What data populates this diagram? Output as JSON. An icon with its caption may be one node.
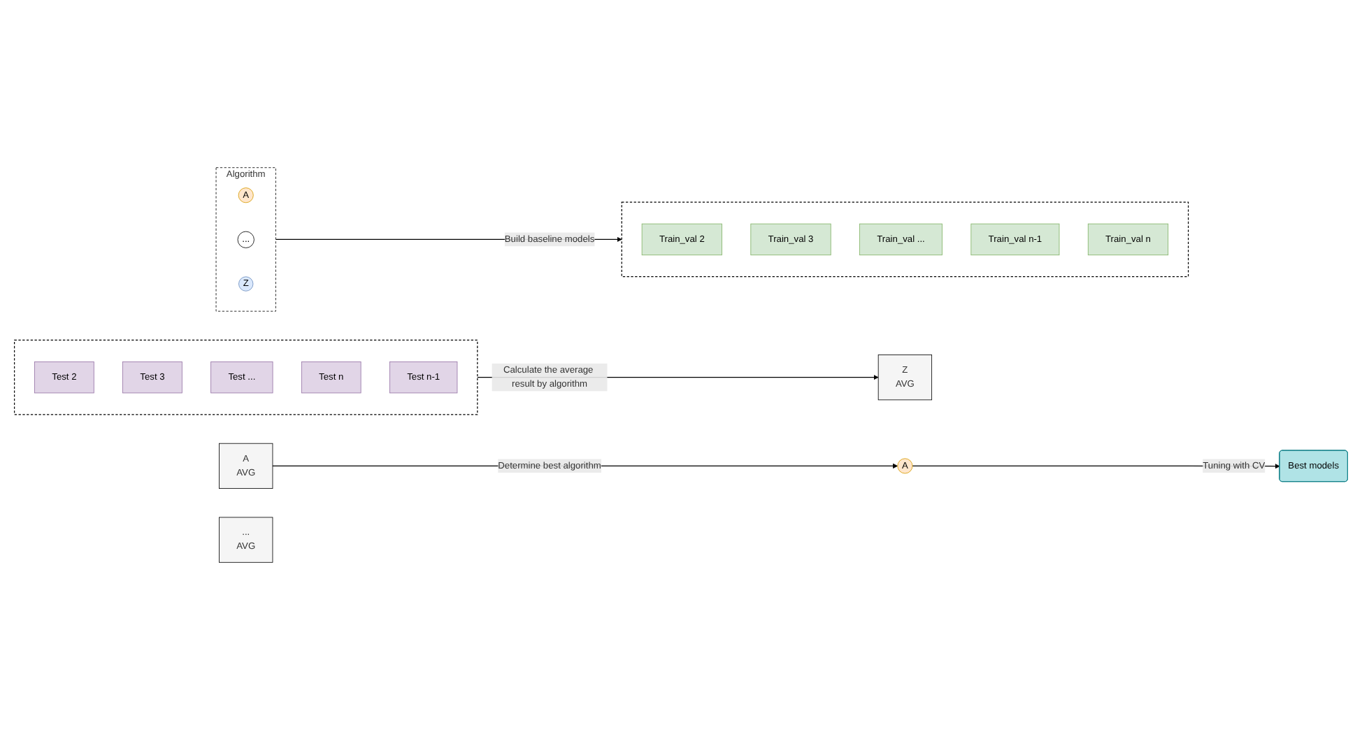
{
  "diagram": {
    "nodes": [
      {
        "text": [
          "Algorithm"
        ]
      },
      {
        "text": [
          "A"
        ],
        "in": 0
      },
      {
        "text": [
          "..."
        ],
        "in": 0
      },
      {
        "text": [
          "Z"
        ],
        "in": 0
      },
      {
        "text": [],
        "shape": "box"
      },
      {
        "text": [
          "Train_val 2"
        ],
        "in": 4
      },
      {
        "text": [
          "Train_val 3"
        ],
        "in": 4
      },
      {
        "text": [
          "Train_val ..."
        ],
        "in": 4
      },
      {
        "text": [
          "Train_val n-1"
        ],
        "in": 4
      },
      {
        "text": [
          "Train_val n"
        ],
        "in": 4
      },
      {
        "text": [],
        "shape": "box"
      },
      {
        "text": [
          "Test 2"
        ],
        "in": 10
      },
      {
        "text": [
          "Test 3"
        ],
        "in": 10
      },
      {
        "text": [
          "Test ..."
        ],
        "in": 10
      },
      {
        "text": [
          "Test n"
        ],
        "in": 10
      },
      {
        "text": [
          "Test n-1"
        ],
        "in": 10
      },
      {
        "text": [
          "A",
          "AVG"
        ]
      },
      {
        "text": [
          "...",
          "AVG"
        ]
      },
      {
        "text": [
          "Z",
          "AVG"
        ]
      },
      {
        "text": [
          "A"
        ]
      },
      {
        "text": [
          "Best models"
        ]
      }
    ],
    "edges": [
      {
        "from": 0,
        "to": 4,
        "arrow": "to",
        "label": "Build baseline models"
      },
      {
        "from": 10,
        "to": 18,
        "arrow": "to",
        "label": "Calculate the average result by algorithm"
      },
      {
        "from": 16,
        "to": 19,
        "arrow": "to",
        "label": "Determine best algorithm"
      },
      {
        "from": 19,
        "to": 20,
        "arrow": "to",
        "label": "Tuning with CV"
      }
    ]
  }
}
